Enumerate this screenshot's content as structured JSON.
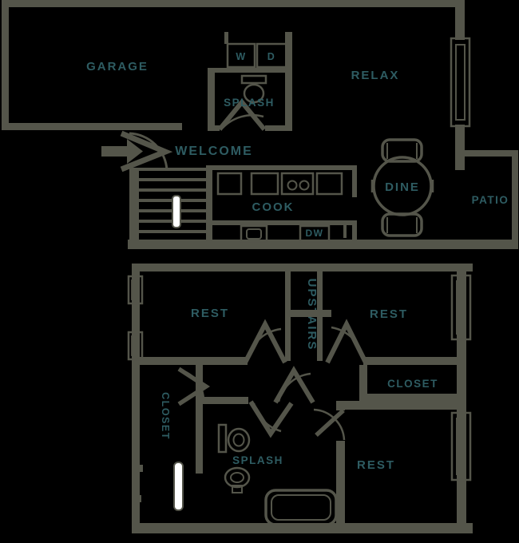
{
  "plan": {
    "type": "two-level townhome floor plan",
    "colors": {
      "background": "#000000",
      "wall": "#54554a",
      "label": "#2e5c62",
      "stairwell_label": "#3c6b6f",
      "door_leaf_white": "#ffffff"
    },
    "floors": {
      "main": {
        "garage": "GARAGE",
        "washer": "W",
        "dryer": "D",
        "bath": "SPLASH",
        "living": "RELAX",
        "entry": "WELCOME",
        "kitchen": "COOK",
        "dishwasher": "DW",
        "dining": "DINE",
        "patio": "PATIO"
      },
      "bedroom_level": {
        "bedroom_front": "REST",
        "bedroom_back": "REST",
        "bedroom_third": "REST",
        "closet_left": "CLOSET",
        "closet_right": "CLOSET",
        "bath": "SPLASH",
        "stairwell": "UPSTAIRS"
      }
    },
    "fixtures_visible": [
      "entry-arrow",
      "entry-door-swing",
      "staircase-7-treads",
      "white-handrail",
      "washer-dryer-closet",
      "toilet-upper",
      "kitchen-upper-cabinets",
      "stove-2-burners",
      "kitchen-sink",
      "dining-round-table",
      "dining-chairs-2",
      "window-living-right",
      "patio-walls",
      "windows-bedroom-left-2",
      "windows-bedroom-right-2",
      "toilet-lower",
      "pedestal-sink",
      "bathtub",
      "door-swings-5",
      "white-pocket-door"
    ]
  }
}
